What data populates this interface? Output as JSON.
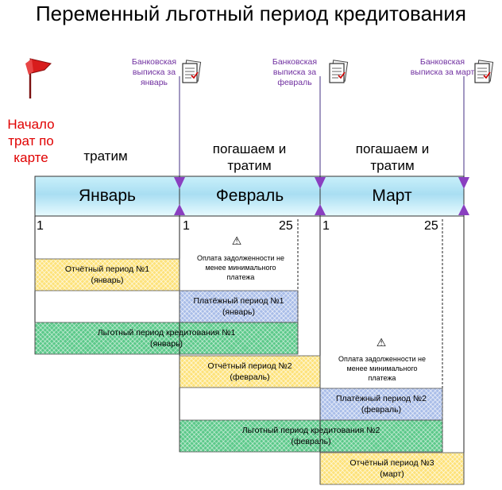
{
  "title": "Переменный льготный период кредитования",
  "start_label": "Начало трат по карте",
  "statements": [
    {
      "text": "Банковская выписка за январь"
    },
    {
      "text": "Банковская выписка за февраль"
    },
    {
      "text": "Банковская выписка за март"
    }
  ],
  "phases": [
    {
      "text": "тратим"
    },
    {
      "text": "погашаем и тратим"
    },
    {
      "text": "погашаем и тратим"
    }
  ],
  "months": [
    "Январь",
    "Февраль",
    "Март"
  ],
  "days": {
    "jan_start": "1",
    "feb_start": "1",
    "feb_due": "25",
    "mar_start": "1",
    "mar_due": "25"
  },
  "notes": [
    {
      "warn": "⚠",
      "text": "Оплата задолженности не менее минимального платежа"
    },
    {
      "warn": "⚠",
      "text": "Оплата задолженности не менее минимального платежа"
    }
  ],
  "periods": [
    {
      "line1": "Отчётный период №1",
      "line2": "(январь)",
      "color": "#fde27a"
    },
    {
      "line1": "Платёжный период №1",
      "line2": "(январь)",
      "color": "#a9bde8"
    },
    {
      "line1": "Льготный период кредитования №1",
      "line2": "(январь)",
      "color": "#5cc98a"
    },
    {
      "line1": "Отчётный период №2",
      "line2": "(февраль)",
      "color": "#fde27a"
    },
    {
      "line1": "Платёжный период №2",
      "line2": "(февраль)",
      "color": "#a9bde8"
    },
    {
      "line1": "Льготный период кредитования №2",
      "line2": "(февраль)",
      "color": "#5cc98a"
    },
    {
      "line1": "Отчётный период №3",
      "line2": "(март)",
      "color": "#fde27a"
    }
  ],
  "colors": {
    "statement": "#7030a0",
    "start": "#e00000",
    "flag": "#d81c1c"
  }
}
